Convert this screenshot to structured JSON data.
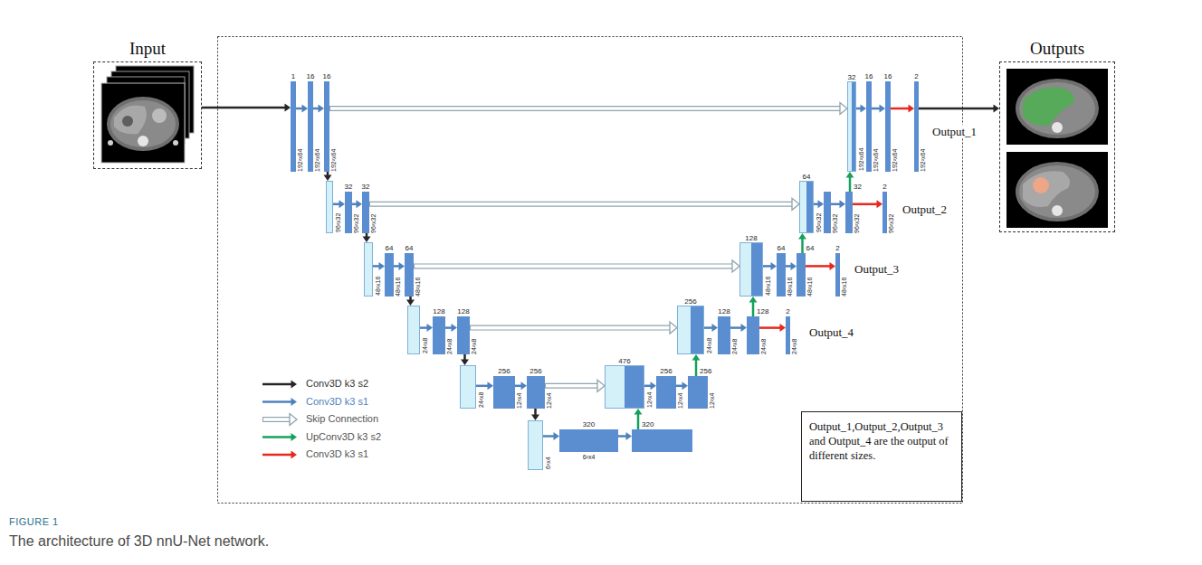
{
  "diagram": {
    "caption": "The architecture of 3D nnU-Net network.",
    "nodes": [
      {
        "text": [
          "Input"
        ]
      },
      {
        "text": [
          "1",
          "192²x64"
        ]
      },
      {
        "text": [
          "16",
          "192²x64"
        ]
      },
      {
        "text": [
          "16",
          "192²x64"
        ]
      },
      {
        "text": [
          "96²x32"
        ]
      },
      {
        "text": [
          "32",
          "96²x32"
        ]
      },
      {
        "text": [
          "32",
          "96²x32"
        ]
      },
      {
        "text": [
          "48²x16"
        ]
      },
      {
        "text": [
          "64",
          "48²x16"
        ]
      },
      {
        "text": [
          "64",
          "48²x16"
        ]
      },
      {
        "text": [
          "24²x8"
        ]
      },
      {
        "text": [
          "128",
          "24²x8"
        ]
      },
      {
        "text": [
          "128",
          "24²x8"
        ]
      },
      {
        "text": [
          "24²x8"
        ]
      },
      {
        "text": [
          "256",
          "12²x4"
        ]
      },
      {
        "text": [
          "256",
          "12²x4"
        ]
      },
      {
        "text": [
          "6²x4"
        ]
      },
      {
        "text": [
          "320",
          "6²x4"
        ]
      },
      {
        "text": [
          "320"
        ]
      },
      {
        "text": [
          "476",
          "12²x4"
        ]
      },
      {
        "text": [
          "256",
          "12²x4"
        ]
      },
      {
        "text": [
          "256",
          "12²x4"
        ]
      },
      {
        "text": [
          "256",
          "24²x8"
        ]
      },
      {
        "text": [
          "128",
          "24²x8"
        ]
      },
      {
        "text": [
          "128",
          "24²x8"
        ]
      },
      {
        "text": [
          "2",
          "24²x8"
        ]
      },
      {
        "text": [
          "128",
          "48²x16"
        ]
      },
      {
        "text": [
          "64",
          "48²x16"
        ]
      },
      {
        "text": [
          "64",
          "48²x16"
        ]
      },
      {
        "text": [
          "2",
          "48²x16"
        ]
      },
      {
        "text": [
          "64",
          "96²x32"
        ]
      },
      {
        "text": [
          "96²x32"
        ]
      },
      {
        "text": [
          "32",
          "96²x32"
        ]
      },
      {
        "text": [
          "2",
          "96²x32"
        ]
      },
      {
        "text": [
          "32",
          "192²x64"
        ]
      },
      {
        "text": [
          "16",
          "192²x64"
        ]
      },
      {
        "text": [
          "16",
          "192²x64"
        ]
      },
      {
        "text": [
          "2",
          "192²x64"
        ]
      },
      {
        "text": [
          "Outputs"
        ]
      },
      {
        "text": [
          "Output_1,Output_2,Output_3 and Output_4 are the output of different sizes."
        ]
      }
    ],
    "edges": [
      {
        "from": 0,
        "to": 1,
        "arrow": "to"
      },
      {
        "from": 1,
        "to": 2,
        "arrow": "to"
      },
      {
        "from": 2,
        "to": 3,
        "arrow": "to"
      },
      {
        "from": 4,
        "to": 5,
        "arrow": "to"
      },
      {
        "from": 5,
        "to": 6,
        "arrow": "to"
      },
      {
        "from": 7,
        "to": 8,
        "arrow": "to"
      },
      {
        "from": 8,
        "to": 9,
        "arrow": "to"
      },
      {
        "from": 10,
        "to": 11,
        "arrow": "to"
      },
      {
        "from": 11,
        "to": 12,
        "arrow": "to"
      },
      {
        "from": 13,
        "to": 14,
        "arrow": "to"
      },
      {
        "from": 14,
        "to": 15,
        "arrow": "to"
      },
      {
        "from": 16,
        "to": 17,
        "arrow": "to"
      },
      {
        "from": 17,
        "to": 18,
        "arrow": "to"
      },
      {
        "from": 19,
        "to": 20,
        "arrow": "to"
      },
      {
        "from": 20,
        "to": 21,
        "arrow": "to"
      },
      {
        "from": 22,
        "to": 23,
        "arrow": "to"
      },
      {
        "from": 23,
        "to": 24,
        "arrow": "to"
      },
      {
        "from": 26,
        "to": 27,
        "arrow": "to"
      },
      {
        "from": 27,
        "to": 28,
        "arrow": "to"
      },
      {
        "from": 30,
        "to": 31,
        "arrow": "to"
      },
      {
        "from": 31,
        "to": 32,
        "arrow": "to"
      },
      {
        "from": 34,
        "to": 35,
        "arrow": "to"
      },
      {
        "from": 35,
        "to": 36,
        "arrow": "to"
      },
      {
        "from": 3,
        "to": 4,
        "arrow": "to"
      },
      {
        "from": 6,
        "to": 7,
        "arrow": "to"
      },
      {
        "from": 9,
        "to": 10,
        "arrow": "to"
      },
      {
        "from": 12,
        "to": 13,
        "arrow": "to"
      },
      {
        "from": 15,
        "to": 16,
        "arrow": "to"
      },
      {
        "from": 3,
        "to": 34,
        "arrow": "to"
      },
      {
        "from": 6,
        "to": 30,
        "arrow": "to"
      },
      {
        "from": 9,
        "to": 26,
        "arrow": "to"
      },
      {
        "from": 12,
        "to": 22,
        "arrow": "to"
      },
      {
        "from": 15,
        "to": 19,
        "arrow": "to"
      },
      {
        "from": 18,
        "to": 19,
        "arrow": "to"
      },
      {
        "from": 21,
        "to": 22,
        "arrow": "to"
      },
      {
        "from": 24,
        "to": 26,
        "arrow": "to"
      },
      {
        "from": 28,
        "to": 30,
        "arrow": "to"
      },
      {
        "from": 32,
        "to": 34,
        "arrow": "to"
      },
      {
        "from": 24,
        "to": 25,
        "arrow": "to"
      },
      {
        "from": 28,
        "to": 29,
        "arrow": "to"
      },
      {
        "from": 32,
        "to": 33,
        "arrow": "to"
      },
      {
        "from": 36,
        "to": 37,
        "arrow": "to"
      },
      {
        "from": 37,
        "to": 38,
        "arrow": "to"
      }
    ],
    "labels": [
      "Output_1",
      "Output_2",
      "Output_3",
      "Output_4",
      "FIGURE 1"
    ],
    "legend": [
      {
        "text": "Conv3D k3 s2"
      },
      {
        "text": "Conv3D k3 s1"
      },
      {
        "text": "Skip Connection"
      },
      {
        "text": "UpConv3D k3 s2"
      },
      {
        "text": "Conv3D k3 s1"
      }
    ]
  }
}
